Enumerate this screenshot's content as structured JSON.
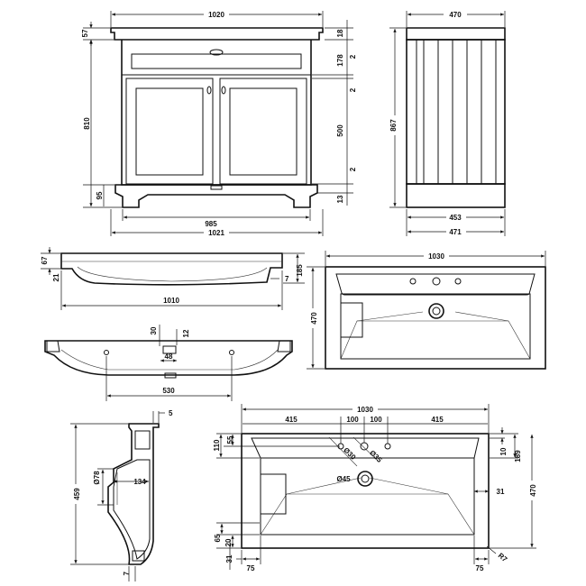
{
  "front_view": {
    "width_top": "1020",
    "height_total": "810",
    "top_thickness": "57",
    "plinth_height": "95",
    "width_mid": "985",
    "width_bottom": "1021",
    "right_18": "18",
    "right_2a": "2",
    "right_178": "178",
    "right_2b": "2",
    "right_500": "500",
    "right_2c": "2",
    "right_13": "13"
  },
  "side_view": {
    "depth_top": "470",
    "height_total": "867",
    "depth_mid": "453",
    "depth_bottom": "471"
  },
  "basin_side": {
    "thick_67": "67",
    "thick_21": "21",
    "height_185": "185",
    "lip_7": "7",
    "length_1010": "1010"
  },
  "basin_plan_top": {
    "width": "1030",
    "depth": "470"
  },
  "basin_underside": {
    "dim_30": "30",
    "dim_12": "12",
    "dim_48": "48",
    "dim_530": "530"
  },
  "basin_section": {
    "dim_5": "5",
    "dim_459": "459",
    "dim_78": "Ø78",
    "dim_134": "134",
    "dim_7": "7"
  },
  "basin_plan_detail": {
    "width": "1030",
    "seg_415_left": "415",
    "seg_100_left": "100",
    "seg_100_right": "100",
    "seg_415_right": "415",
    "left_110": "110",
    "left_55": "55",
    "hole_30": "Ø30",
    "hole_35": "Ø35",
    "waste_45": "Ø45",
    "right_10": "10",
    "right_189": "189",
    "right_31": "31",
    "depth_470": "470",
    "left_65": "65",
    "left_20": "20",
    "left_31": "31",
    "bottom_75_left": "75",
    "bottom_75_right": "75",
    "radius": "R7"
  }
}
